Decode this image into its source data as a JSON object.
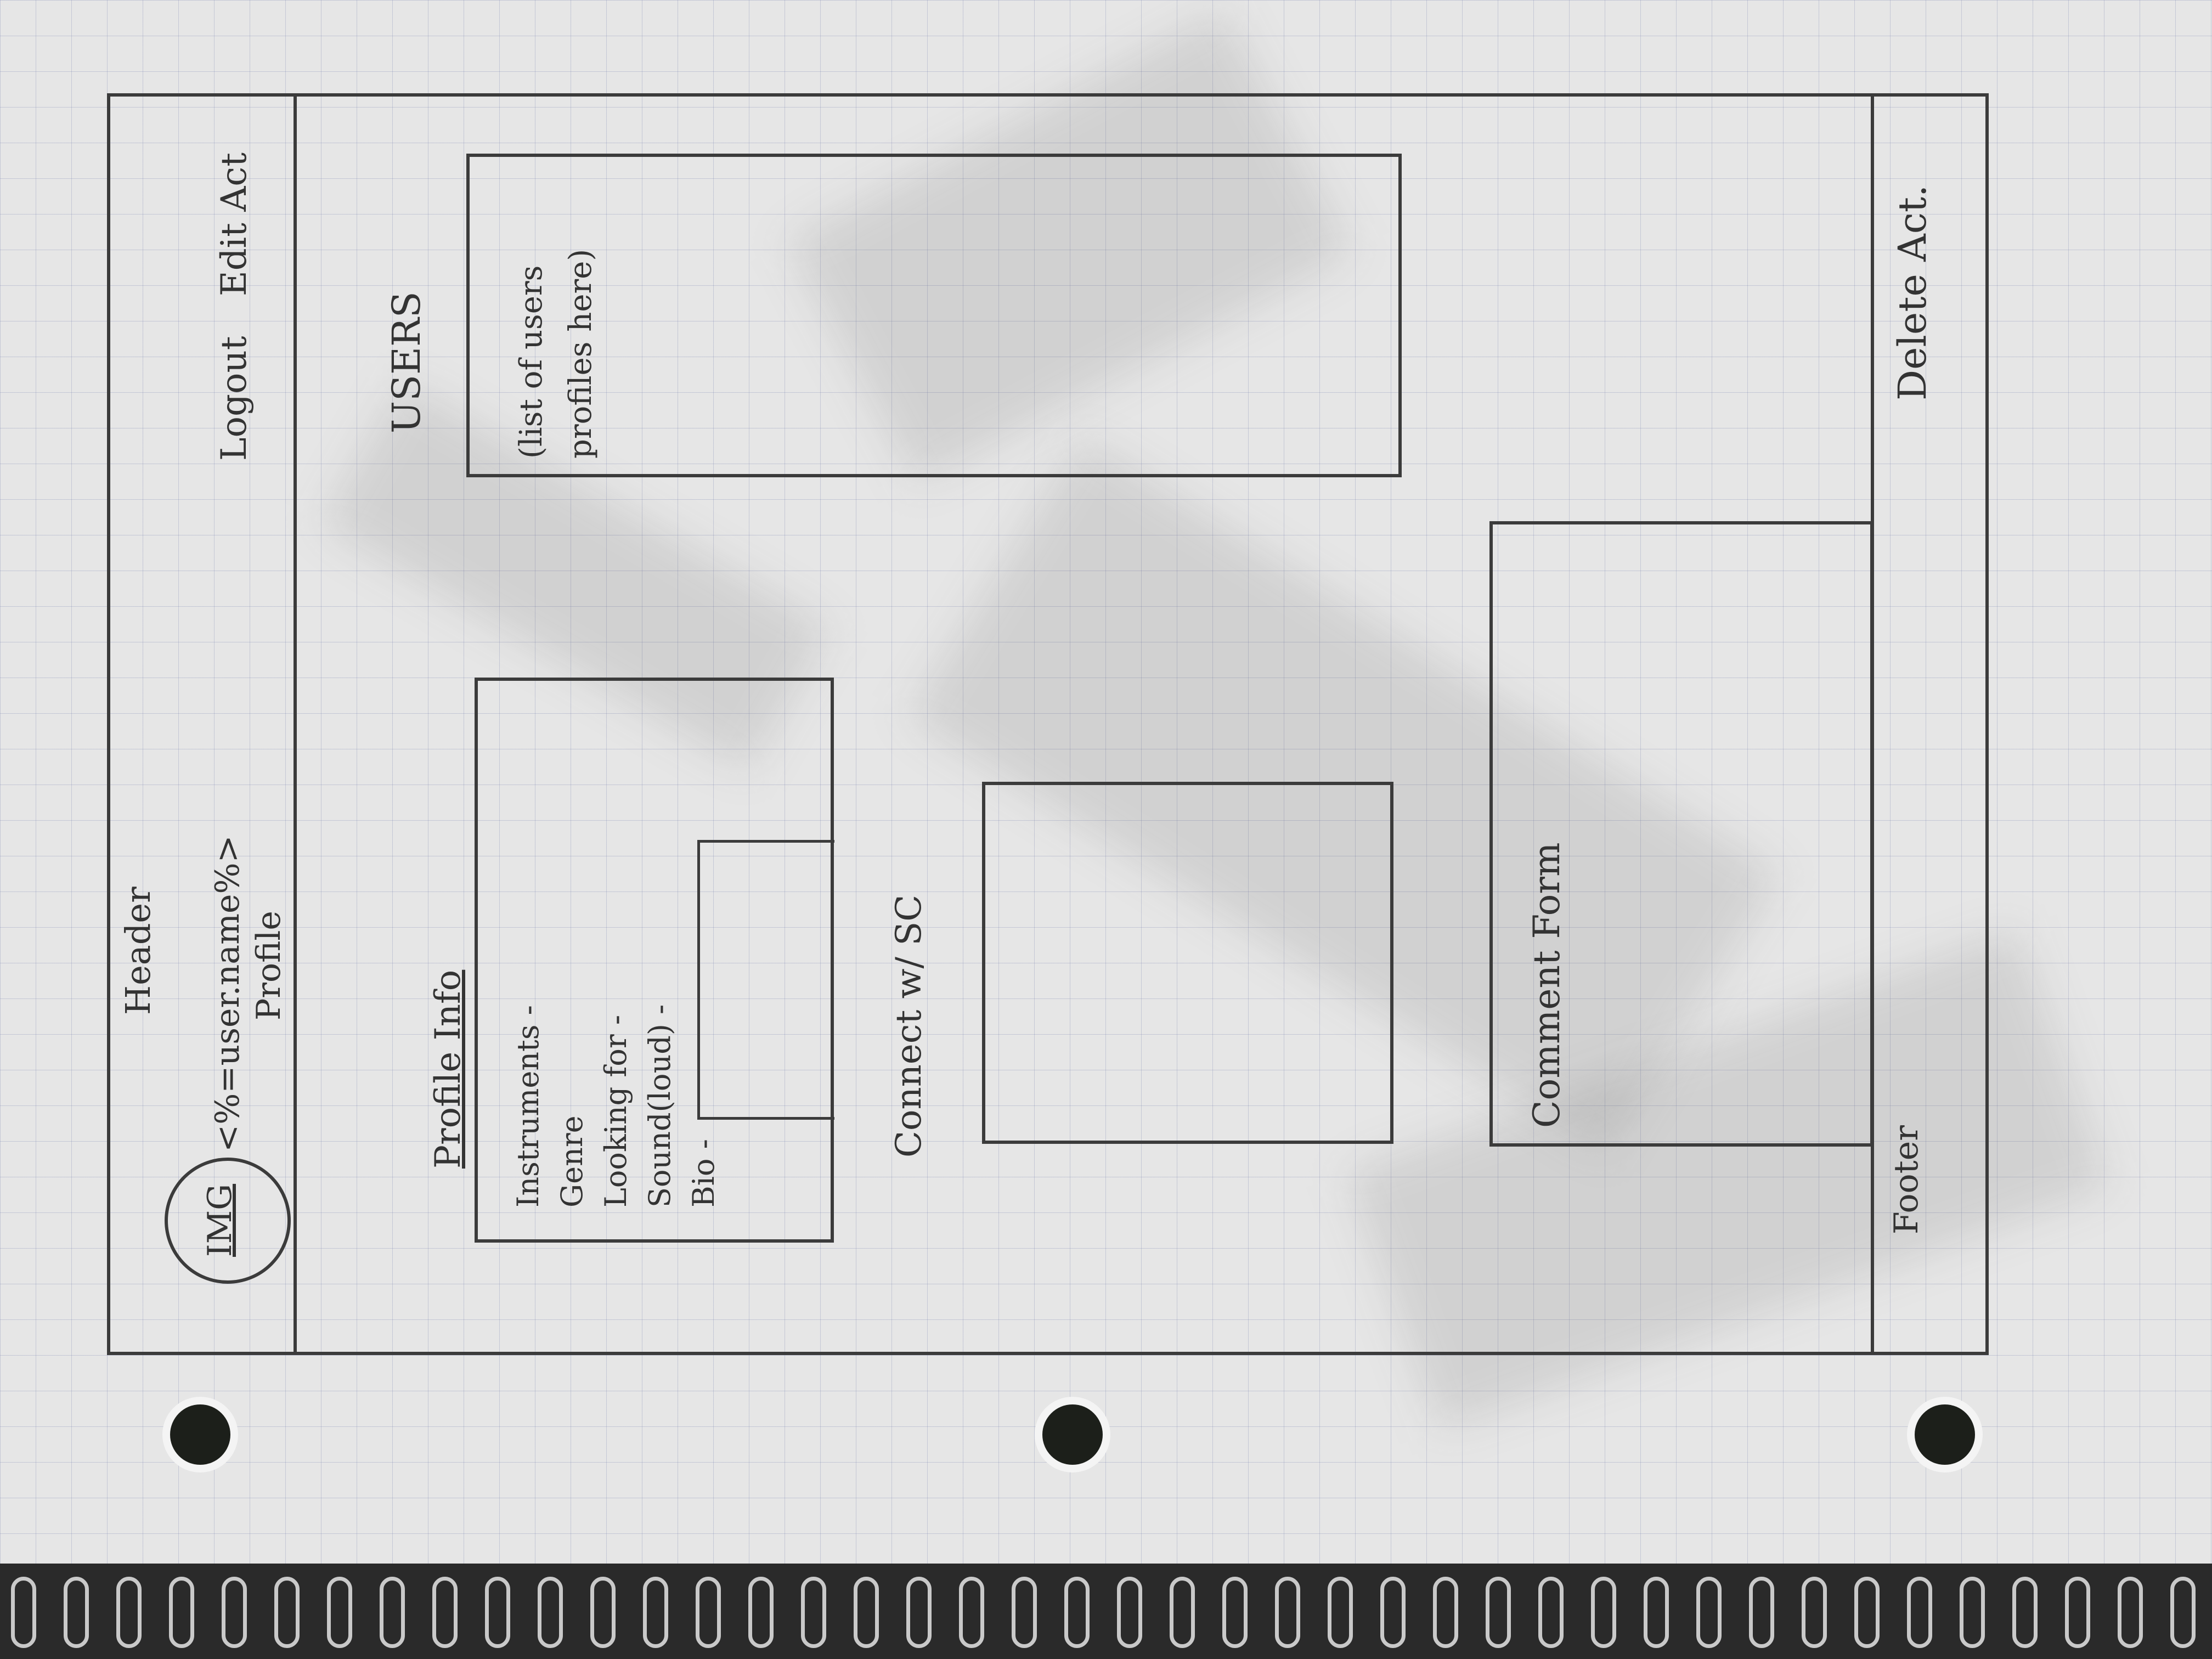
{
  "header": {
    "label": "Header",
    "avatar": "IMG",
    "username_line": "<%=user.name%>",
    "profile_line": "Profile",
    "logout": "Logout",
    "edit_account": "Edit Act"
  },
  "users": {
    "title": "USERS",
    "placeholder_line1": "(list of users",
    "placeholder_line2": "profiles here)"
  },
  "profile": {
    "title": "Profile Info",
    "fields": [
      "Instruments -",
      "Genre",
      "Looking for -",
      "Sound(loud) -",
      "Bio -"
    ]
  },
  "connect": {
    "label": "Connect w/ SC"
  },
  "comment": {
    "label": "Comment Form"
  },
  "footer": {
    "label": "Footer",
    "delete_account": "Delete Act."
  },
  "colors": {
    "pencil": "#3b3b3b",
    "grid": "#6e78aa",
    "paper": "#e6e6e6"
  }
}
